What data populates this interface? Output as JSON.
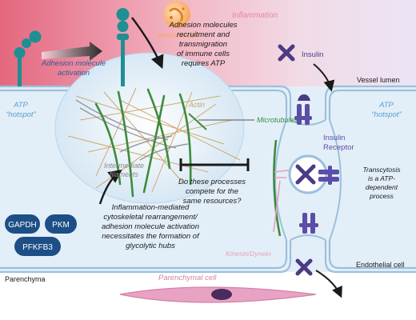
{
  "labels": {
    "immune_cell": "Immune cell",
    "inflammation": "Inflammation",
    "adhesion_activation": "Adhesion molecule activation",
    "recruitment": "Adhesion molecules recruitment and transmigration of immune cells requires ATP",
    "insulin": "Insulin",
    "vessel_lumen": "Vessel lumen",
    "atp_hotspot_left": "ATP “hotspot”",
    "actin": "Actin",
    "microtubules": "Microtubules",
    "intermediate_filaments": "Intermediate filaments",
    "atp_hotspot_right": "ATP “hotspot”",
    "insulin_receptor": "Insulin Receptor",
    "compete_question": "Do these processes compete for the same resources?",
    "transcytosis": "Transcytosis is a ATP-dependent process",
    "gapdh": "GAPDH",
    "pkm": "PKM",
    "pfkfb3": "PFKFB3",
    "glycolytic_hubs": "Inflammation-mediated cytoskeletal rearrangement/ adhesion molecule activation necessitates the formation of glycolytic hubs",
    "kinesin": "Kinesin/",
    "dynein": "Dynein",
    "endothelial_cell": "Endothelial cell",
    "parenchyma": "Parenchyma",
    "parenchymal_cell": "Parenchymal cell"
  },
  "colors": {
    "inflammation_pink": "#e8617a",
    "lumen_lavender": "#ece4f4",
    "endothelial": "#e3eff8",
    "membrane_blue": "#9cc0dc",
    "teal": "#1e8f92",
    "navy_blue": "#1d4f86",
    "insulin_purple": "#4b3b84",
    "receptor_purple": "#5c4da8",
    "immune_orange": "#f4a860",
    "microtubule_green": "#3d8b3d",
    "actin_tan": "#cdaa6f",
    "kinesin_pink": "#e8a0b8",
    "parenchymal_pink": "#e8a3c4"
  }
}
